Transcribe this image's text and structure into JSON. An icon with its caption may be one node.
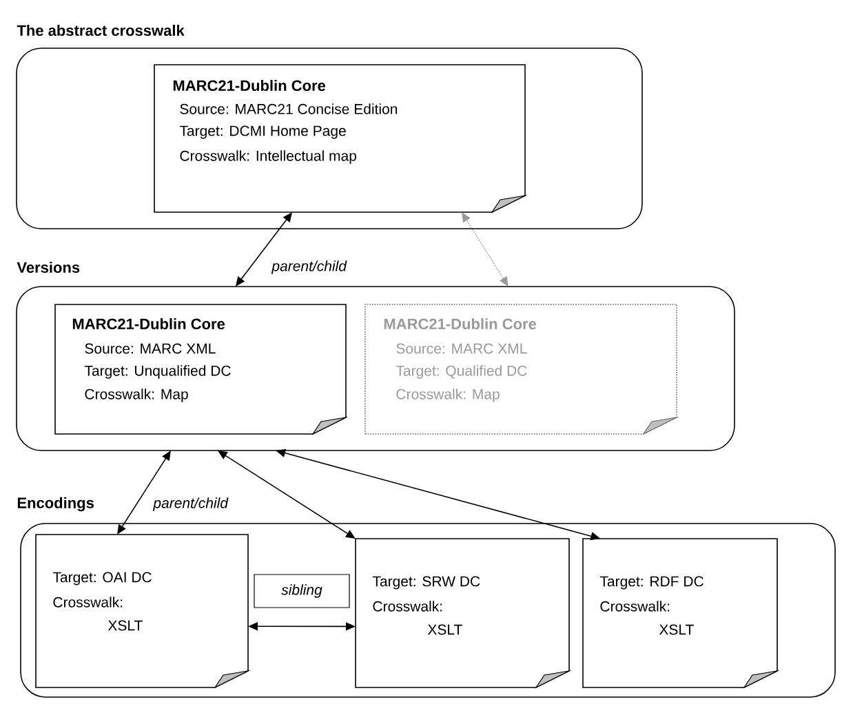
{
  "diagram": {
    "nodes": [
      {
        "text": [
          "The abstract crosswalk"
        ]
      },
      {
        "text": [
          "MARC21-Dublin Core",
          "Source: MARC21 Concise Edition",
          "Target: DCMI Home Page",
          "Crosswalk: Intellectual map"
        ],
        "in": 0
      },
      {
        "text": [
          "Versions"
        ]
      },
      {
        "text": [
          "MARC21-Dublin Core",
          "Source: MARC XML",
          "Target: Unqualified DC",
          "Crosswalk: Map"
        ],
        "in": 2
      },
      {
        "text": [
          "MARC21-Dublin Core",
          "Source: MARC XML",
          "Target: Qualified DC",
          "Crosswalk: Map"
        ],
        "in": 2
      },
      {
        "text": [
          "Encodings"
        ]
      },
      {
        "text": [
          "Target: OAI DC",
          "Crosswalk:",
          "XSLT"
        ],
        "in": 5
      },
      {
        "text": [
          "Target: SRW DC",
          "Crosswalk:",
          "XSLT"
        ],
        "in": 5
      },
      {
        "text": [
          "Target: RDF DC",
          "Crosswalk:",
          "XSLT"
        ],
        "in": 5
      }
    ],
    "edges": [
      {
        "from": 2,
        "to": 1,
        "arrow": "both",
        "label": "parent/child"
      },
      {
        "from": 2,
        "to": 1,
        "arrow": "both",
        "style": "dashed",
        "color": "#999999"
      },
      {
        "from": 6,
        "to": 2,
        "arrow": "both",
        "label": "parent/child"
      },
      {
        "from": 7,
        "to": 2,
        "arrow": "both"
      },
      {
        "from": 8,
        "to": 2,
        "arrow": "both"
      },
      {
        "from": 6,
        "to": 7,
        "arrow": "both",
        "label": "sibling"
      }
    ]
  }
}
